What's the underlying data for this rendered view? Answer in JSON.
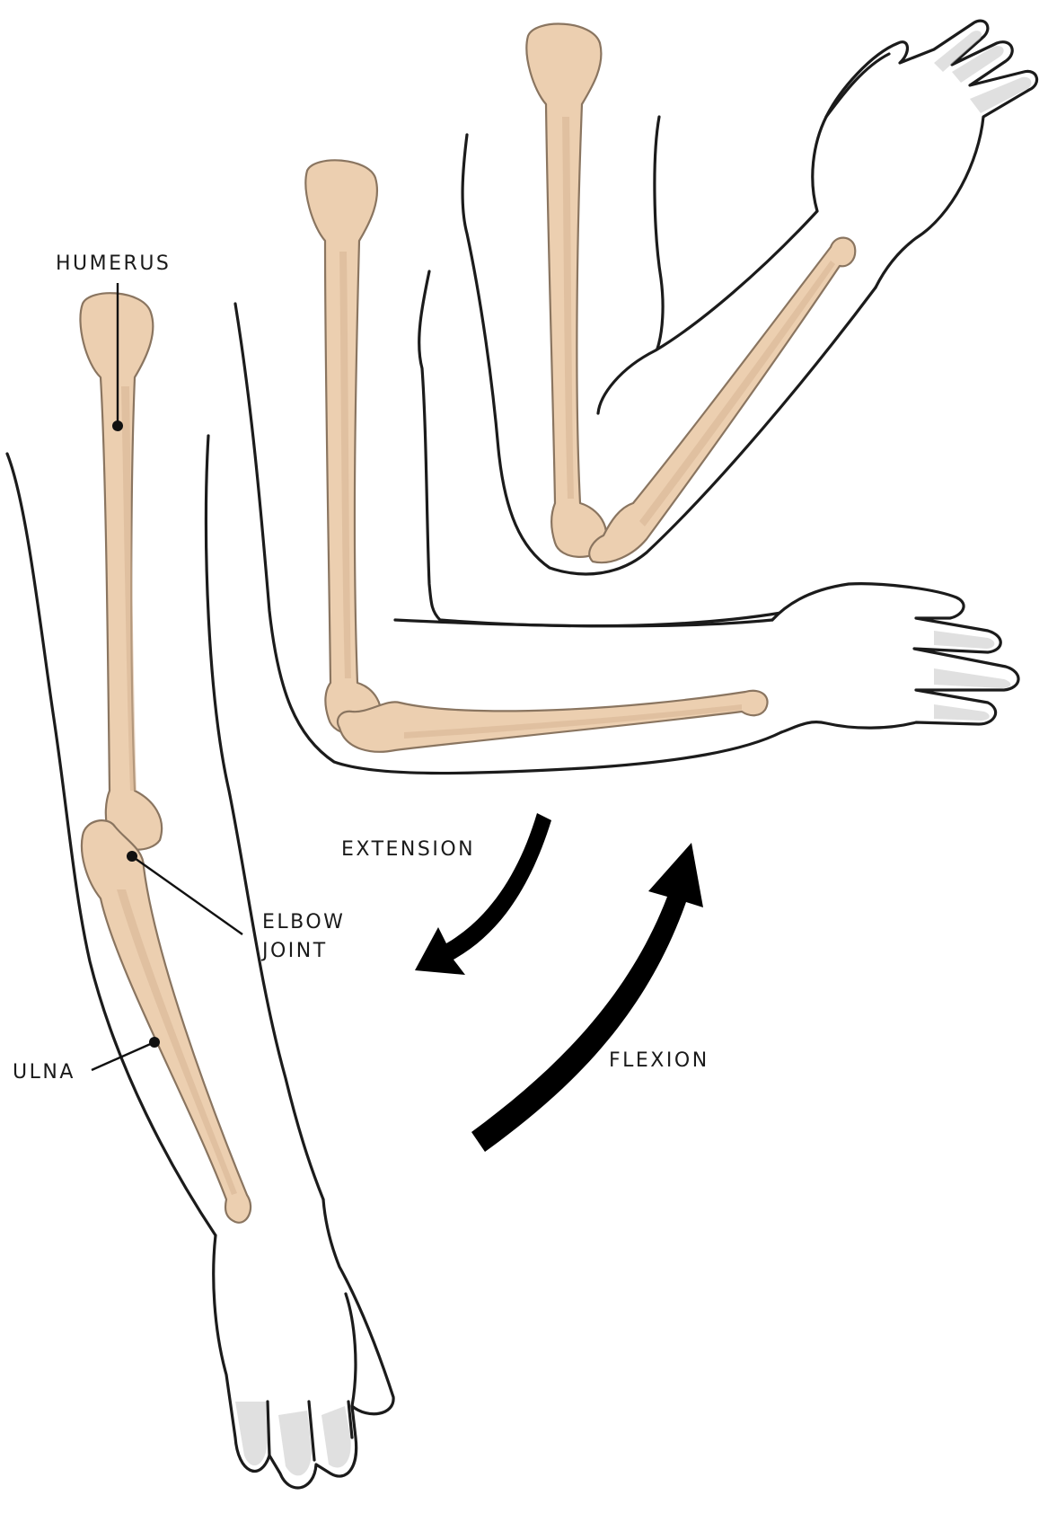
{
  "labels": {
    "humerus": "HUMERUS",
    "elbow_joint_line1": "ELBOW",
    "elbow_joint_line2": "JOINT",
    "ulna": "ULNA",
    "extension": "EXTENSION",
    "flexion": "FLEXION"
  },
  "colors": {
    "bone": "#eccfb0",
    "outline": "#1b1b1b",
    "arrow": "#000000"
  }
}
